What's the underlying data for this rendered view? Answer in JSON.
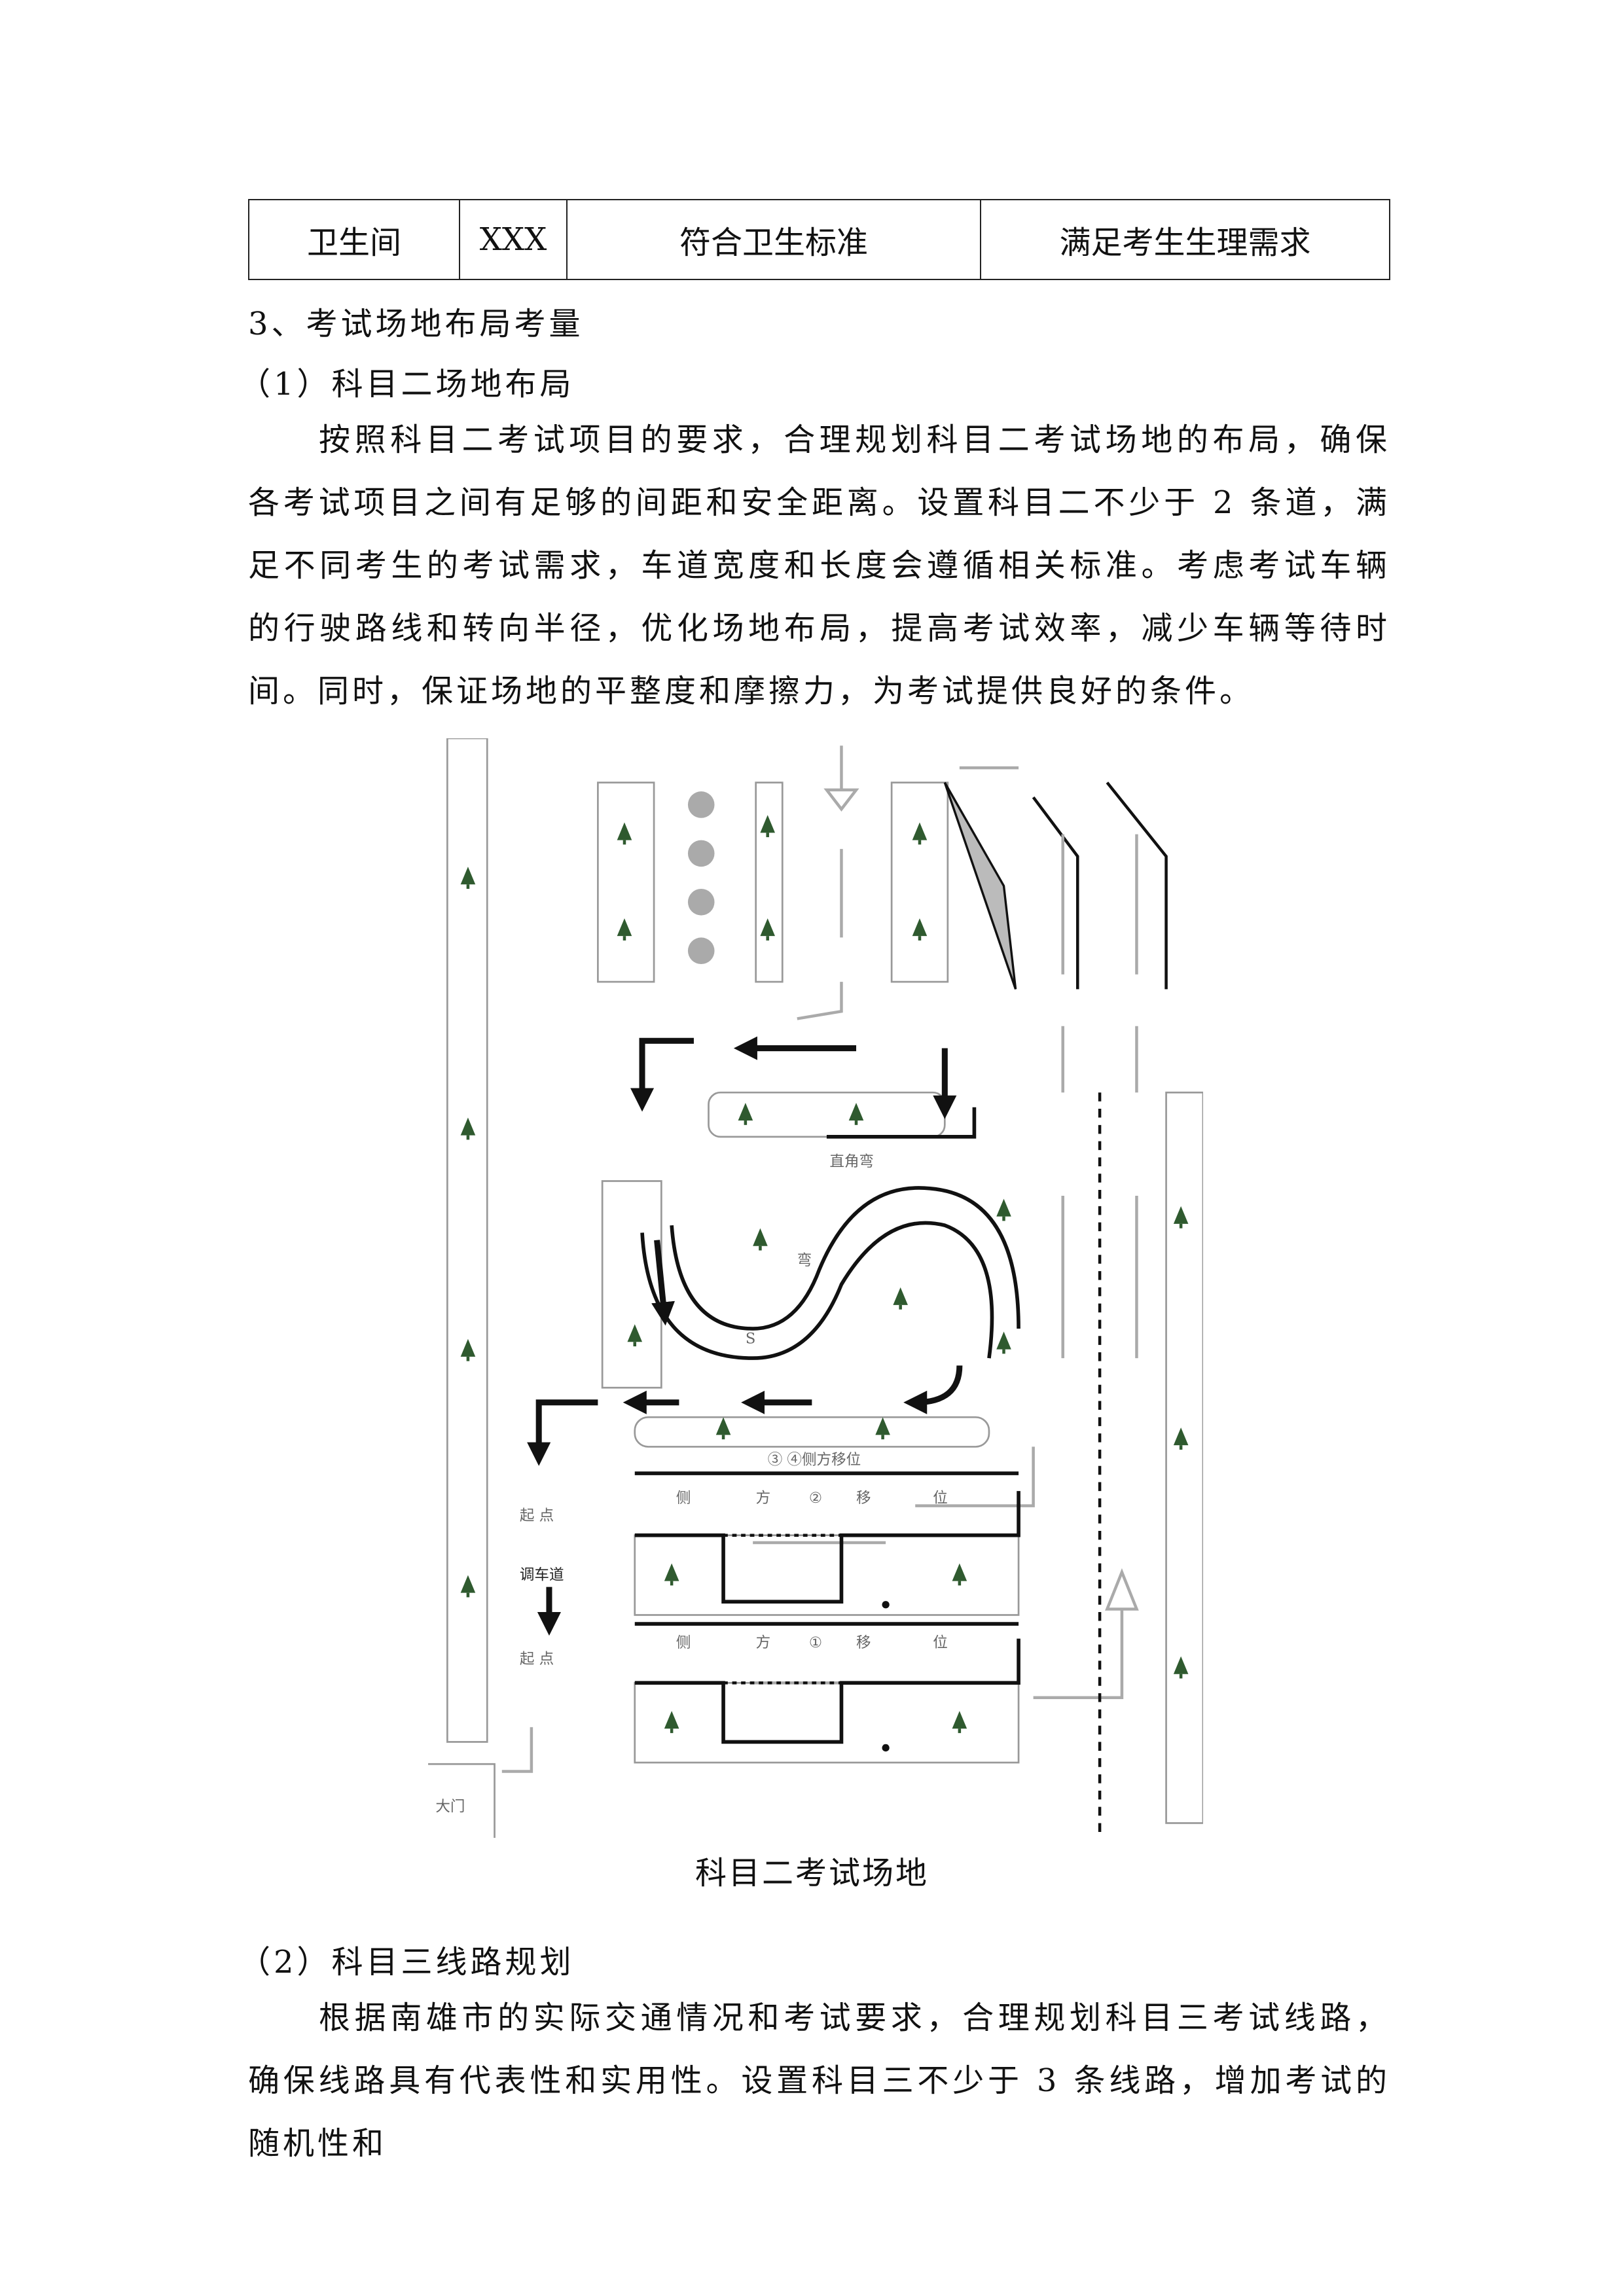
{
  "table": {
    "row": [
      "卫生间",
      "XXX",
      "符合卫生标准",
      "满足考生生理需求"
    ]
  },
  "section3": {
    "heading": "3、考试场地布局考量",
    "sub1": {
      "heading": "（1）科目二场地布局",
      "paragraph": "按照科目二考试项目的要求，合理规划科目二考试场地的布局，确保各考试项目之间有足够的间距和安全距离。设置科目二不少于 2 条道，满足不同考生的考试需求，车道宽度和长度会遵循相关标准。考虑考试车辆的行驶路线和转向半径，优化场地布局，提高考试效率，减少车辆等待时间。同时，保证场地的平整度和摩擦力，为考试提供良好的条件。"
    },
    "figure": {
      "caption": "科目二考试场地",
      "labels": {
        "right_angle_turn": "直角弯",
        "s_curve": "S",
        "s_curve_char": "弯",
        "parking_34": "③ ④侧方移位",
        "parallel_2": [
          "侧",
          "方",
          "②",
          "移",
          "位"
        ],
        "parallel_1": [
          "侧",
          "方",
          "①",
          "移",
          "位"
        ],
        "start_1": "起 点",
        "turnaround": "调车道",
        "start_2": "起 点",
        "gate": "大门"
      },
      "colors": {
        "tree": "#2f5a2f",
        "line": "#111111",
        "hollow": "#aaaaaa"
      }
    },
    "sub2": {
      "heading": "（2）科目三线路规划",
      "paragraph": "根据南雄市的实际交通情况和考试要求，合理规划科目三考试线路，确保线路具有代表性和实用性。设置科目三不少于 3 条线路，增加考试的随机性和"
    }
  }
}
